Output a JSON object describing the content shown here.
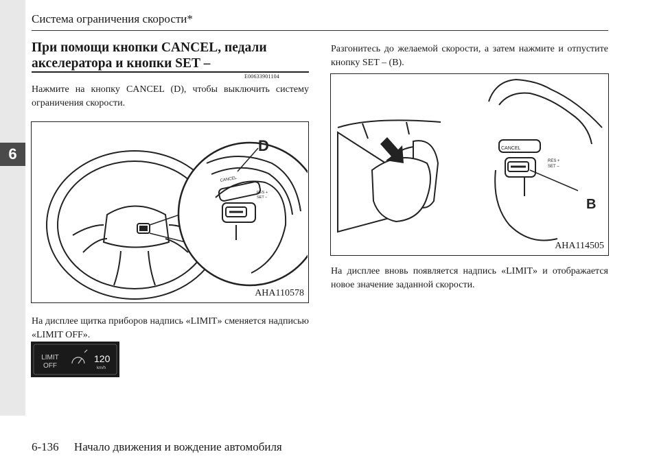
{
  "running_head": "Система ограничения скорости*",
  "chapter_number": "6",
  "section": {
    "title_line1": "При помощи кнопки CANCEL, педали",
    "title_line2": "акселератора и кнопки SET –",
    "code": "E00633901104"
  },
  "paragraphs": {
    "p1": "Нажмите на кнопку CANCEL (D), чтобы выключить систему ограничения скорости.",
    "p2": "На дисплее щитка приборов надпись «LIMIT» сменяется надписью «LIMIT OFF».",
    "p3": "Разгонитесь до желаемой скорости, а затем нажмите и отпустите кнопку SET – (B).",
    "p4": "На дисплее вновь появляется надпись «LIMIT» и отображается новое значение заданной скорости."
  },
  "figure1": {
    "code": "AHA110578",
    "callout": "D",
    "cancel_label": "CANCEL",
    "res_label": "RES +",
    "set_label": "SET –"
  },
  "figure2": {
    "code": "AHA114505",
    "callout": "B",
    "cancel_label": "CANCEL",
    "res_label": "RES +",
    "set_label": "SET –"
  },
  "display": {
    "limit_line1": "LIMIT",
    "limit_line2": "OFF",
    "speed": "120",
    "unit": "km/h"
  },
  "footer": {
    "page": "6-136",
    "chapter_title": "Начало движения и вождение автомобиля"
  },
  "colors": {
    "sidebar": "#e8e8e8",
    "chapter_tab": "#4a4a4a",
    "display_bg": "#1a1a1a"
  }
}
